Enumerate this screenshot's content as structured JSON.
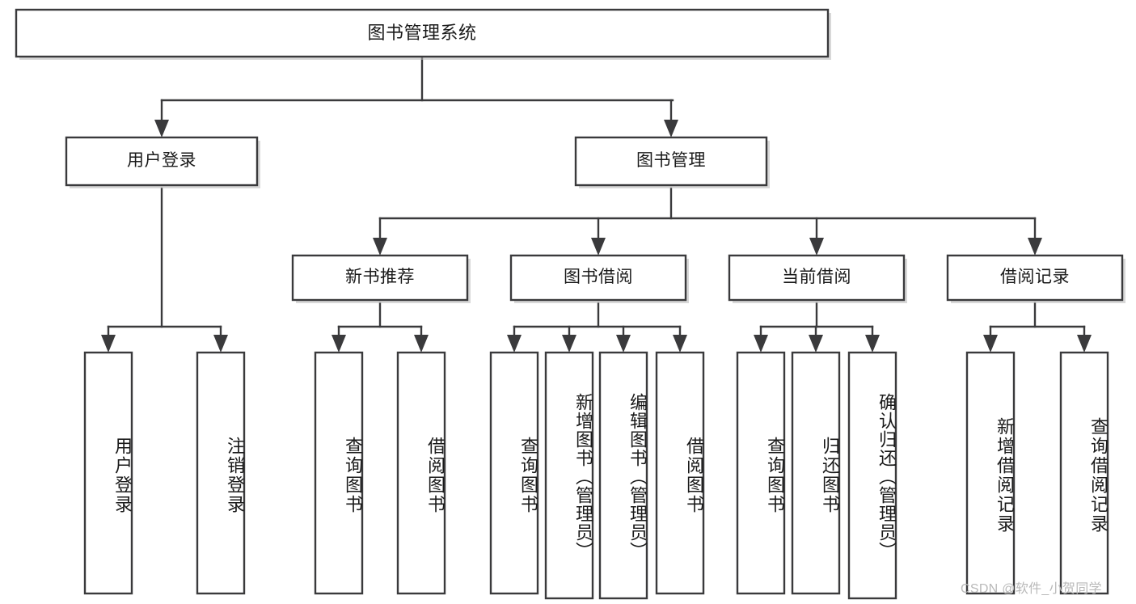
{
  "diagram": {
    "type": "tree-hierarchy-chart",
    "title": "图书管理系统",
    "orientation": "top-down",
    "colors": {
      "box_stroke": "#3a3a3c",
      "box_fill": "#ffffff",
      "line": "#3a3a3c",
      "text": "#1a1a1a",
      "watermark": "#b9b9b9"
    },
    "root": {
      "label": "图书管理系统"
    },
    "level2": [
      {
        "label": "用户登录"
      },
      {
        "label": "图书管理"
      }
    ],
    "level3": [
      {
        "label": "新书推荐"
      },
      {
        "label": "图书借阅"
      },
      {
        "label": "当前借阅"
      },
      {
        "label": "借阅记录"
      }
    ],
    "leaves": {
      "user_login": [
        {
          "label": "用户登录"
        },
        {
          "label": "注销登录"
        }
      ],
      "new_book_recommend": [
        {
          "label": "查询图书"
        },
        {
          "label": "借阅图书"
        }
      ],
      "book_borrow": [
        {
          "label": "查询图书"
        },
        {
          "label": "新增图书（管理员）"
        },
        {
          "label": "编辑图书（管理员）"
        },
        {
          "label": "借阅图书"
        }
      ],
      "current_borrow": [
        {
          "label": "查询图书"
        },
        {
          "label": "归还图书"
        },
        {
          "label": "确认归还（管理员）"
        }
      ],
      "borrow_record": [
        {
          "label": "新增借阅记录"
        },
        {
          "label": "查询借阅记录"
        }
      ]
    }
  },
  "watermark": {
    "text": "CSDN @软件_小贺同学"
  }
}
